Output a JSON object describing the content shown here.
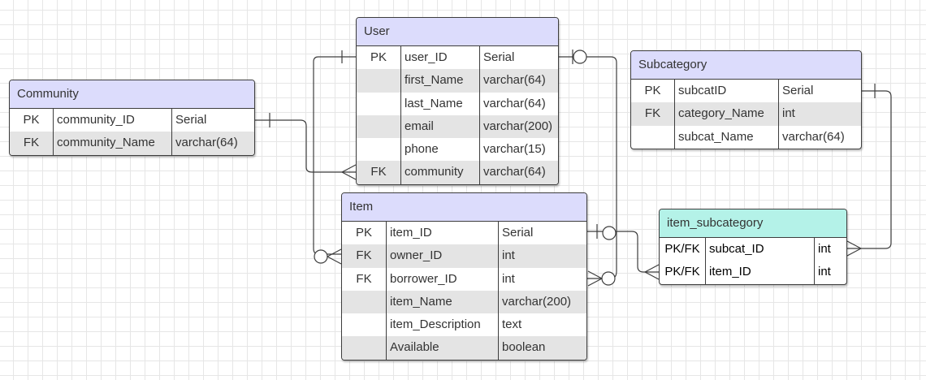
{
  "colors": {
    "header_default": "#dcdcfc",
    "header_junction": "#b4f2e8",
    "alt_row": "#e4e4e4",
    "line": "#3d3d3d"
  },
  "entities": {
    "community": {
      "name": "Community",
      "rows": [
        {
          "key": "PK",
          "name": "community_ID",
          "type": "Serial"
        },
        {
          "key": "FK",
          "name": "community_Name",
          "type": "varchar(64)"
        }
      ]
    },
    "user": {
      "name": "User",
      "rows": [
        {
          "key": "PK",
          "name": "user_ID",
          "type": "Serial"
        },
        {
          "key": "",
          "name": "first_Name",
          "type": "varchar(64)"
        },
        {
          "key": "",
          "name": "last_Name",
          "type": "varchar(64)"
        },
        {
          "key": "",
          "name": "email",
          "type": "varchar(200)"
        },
        {
          "key": "",
          "name": "phone",
          "type": "varchar(15)"
        },
        {
          "key": "FK",
          "name": "community",
          "type": "varchar(64)"
        }
      ]
    },
    "item": {
      "name": "Item",
      "rows": [
        {
          "key": "PK",
          "name": "item_ID",
          "type": "Serial"
        },
        {
          "key": "FK",
          "name": "owner_ID",
          "type": "int"
        },
        {
          "key": "FK",
          "name": "borrower_ID",
          "type": "int"
        },
        {
          "key": "",
          "name": "item_Name",
          "type": "varchar(200)"
        },
        {
          "key": "",
          "name": "item_Description",
          "type": "text"
        },
        {
          "key": "",
          "name": "Available",
          "type": "boolean"
        }
      ]
    },
    "subcategory": {
      "name": "Subcategory",
      "rows": [
        {
          "key": "PK",
          "name": "subcatID",
          "type": "Serial"
        },
        {
          "key": "FK",
          "name": "category_Name",
          "type": "int"
        },
        {
          "key": "",
          "name": "subcat_Name",
          "type": "varchar(64)"
        }
      ]
    },
    "item_subcategory": {
      "name": "item_subcategory",
      "rows": [
        {
          "key": "PK/FK",
          "name": "subcat_ID",
          "type": "int"
        },
        {
          "key": "PK/FK",
          "name": "item_ID",
          "type": "int"
        }
      ]
    }
  },
  "relationships": [
    {
      "from": "Community.community_ID",
      "to": "User.community",
      "from_end": "one",
      "to_end": "many"
    },
    {
      "from": "User.user_ID",
      "to": "Item.owner_ID",
      "from_end": "one",
      "to_end": "zero-or-many"
    },
    {
      "from": "User.user_ID",
      "to": "Item.borrower_ID",
      "from_end": "zero-or-one",
      "to_end": "zero-or-many"
    },
    {
      "from": "Item.item_ID",
      "to": "item_subcategory.item_ID",
      "from_end": "zero-or-one",
      "to_end": "many"
    },
    {
      "from": "Subcategory.subcatID",
      "to": "item_subcategory.subcat_ID",
      "from_end": "one",
      "to_end": "many"
    }
  ]
}
